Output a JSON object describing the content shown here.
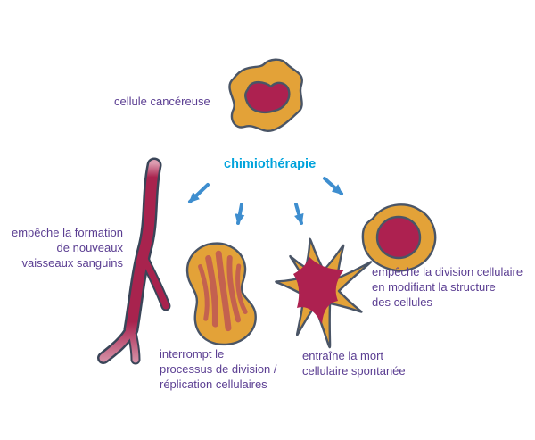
{
  "colors": {
    "cell_body": "#e3a238",
    "cell_outline": "#4a5566",
    "nucleus": "#ad2150",
    "spindle": "#c4614f",
    "vessel": "#a8234e",
    "vessel_outline": "#3a4558",
    "arrow": "#3e8ecf",
    "label_text": "#5b3e92",
    "title_text": "#00a3dc"
  },
  "diagram": {
    "title": "chimiothérapie",
    "cancer_cell_label": "cellule cancéreuse",
    "effects": {
      "vessel": "empêche la formation\nde nouveaux\nvaisseaux sanguins",
      "division": "interrompt le\nprocessus de division /\nréplication cellulaires",
      "death": "entraîne la mort\ncellulaire spontanée",
      "structure": "empêche la division cellulaire\nen modifiant la structure\ndes cellules"
    }
  }
}
